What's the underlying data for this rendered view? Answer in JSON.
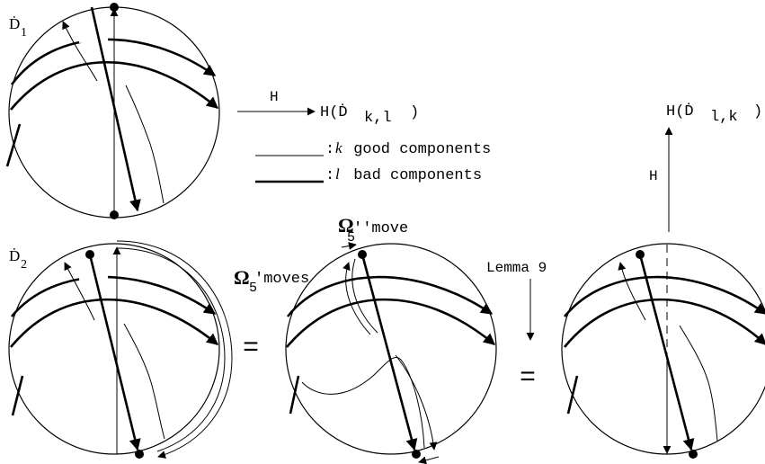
{
  "labels": {
    "d1": "Ḋ",
    "d1_sub": "1",
    "d2": "Ḋ",
    "d2_sub": "2",
    "h_arrow": "H",
    "h_result_top": "H(Ḋ",
    "h_result_top_sub": "k,l",
    "h_result_top_close": ")",
    "h_result_right": "H(Ḋ",
    "h_result_right_sub": "l,k",
    "h_result_right_close": ")",
    "h_vertical": "H",
    "omega_moves_symbol": "Ω",
    "omega_moves_sub": "5",
    "omega_moves_text": "'moves",
    "omega_move_symbol": "Ω",
    "omega_move_sub": "5",
    "omega_move_text": "''move",
    "lemma": "Lemma 9",
    "equals_1": "=",
    "equals_2": "="
  },
  "legend": {
    "thin": {
      "prefix": ":",
      "var": "k",
      "text": " good components"
    },
    "thick": {
      "prefix": ":",
      "var": "l",
      "text": " bad components"
    }
  }
}
